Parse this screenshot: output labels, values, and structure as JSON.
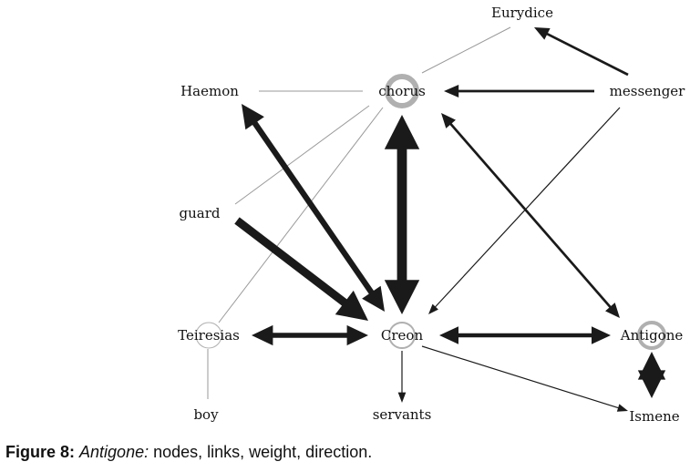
{
  "diagram": {
    "nodes": [
      {
        "id": "eurydice",
        "label": "Eurydice"
      },
      {
        "id": "haemon",
        "label": "Haemon"
      },
      {
        "id": "chorus",
        "label": "chorus"
      },
      {
        "id": "messenger",
        "label": "messenger"
      },
      {
        "id": "guard",
        "label": "guard"
      },
      {
        "id": "teiresias",
        "label": "Teiresias"
      },
      {
        "id": "creon",
        "label": "Creon"
      },
      {
        "id": "antigone",
        "label": "Antigone"
      },
      {
        "id": "boy",
        "label": "boy"
      },
      {
        "id": "servants",
        "label": "servants"
      },
      {
        "id": "ismene",
        "label": "Ismene"
      }
    ],
    "links": [
      {
        "from": "haemon",
        "to": "chorus",
        "weight": 1,
        "direction": "none"
      },
      {
        "from": "chorus",
        "to": "eurydice",
        "weight": 1,
        "direction": "none"
      },
      {
        "from": "messenger",
        "to": "eurydice",
        "weight": 3,
        "direction": "forward"
      },
      {
        "from": "messenger",
        "to": "chorus",
        "weight": 3,
        "direction": "forward"
      },
      {
        "from": "messenger",
        "to": "creon",
        "weight": 1,
        "direction": "forward"
      },
      {
        "from": "chorus",
        "to": "guard",
        "weight": 1,
        "direction": "none"
      },
      {
        "from": "chorus",
        "to": "teiresias",
        "weight": 1,
        "direction": "none"
      },
      {
        "from": "creon",
        "to": "haemon",
        "weight": 7,
        "direction": "both"
      },
      {
        "from": "guard",
        "to": "creon",
        "weight": 10,
        "direction": "forward"
      },
      {
        "from": "creon",
        "to": "chorus",
        "weight": 12,
        "direction": "both"
      },
      {
        "from": "chorus",
        "to": "antigone",
        "weight": 3,
        "direction": "both"
      },
      {
        "from": "teiresias",
        "to": "creon",
        "weight": 6,
        "direction": "both"
      },
      {
        "from": "creon",
        "to": "antigone",
        "weight": 5,
        "direction": "both"
      },
      {
        "from": "teiresias",
        "to": "boy",
        "weight": 1,
        "direction": "none"
      },
      {
        "from": "creon",
        "to": "servants",
        "weight": 1,
        "direction": "forward"
      },
      {
        "from": "creon",
        "to": "ismene",
        "weight": 1,
        "direction": "forward"
      },
      {
        "from": "ismene",
        "to": "antigone",
        "weight": 9,
        "direction": "both"
      }
    ],
    "colors": {
      "edge": "#1a1a1a",
      "faint_edge": "#9a9a9a",
      "ring": "#b0b0b0"
    }
  },
  "caption": {
    "label": "Figure 8:",
    "play": "Antigone:",
    "text": " nodes, links, weight, direction."
  }
}
